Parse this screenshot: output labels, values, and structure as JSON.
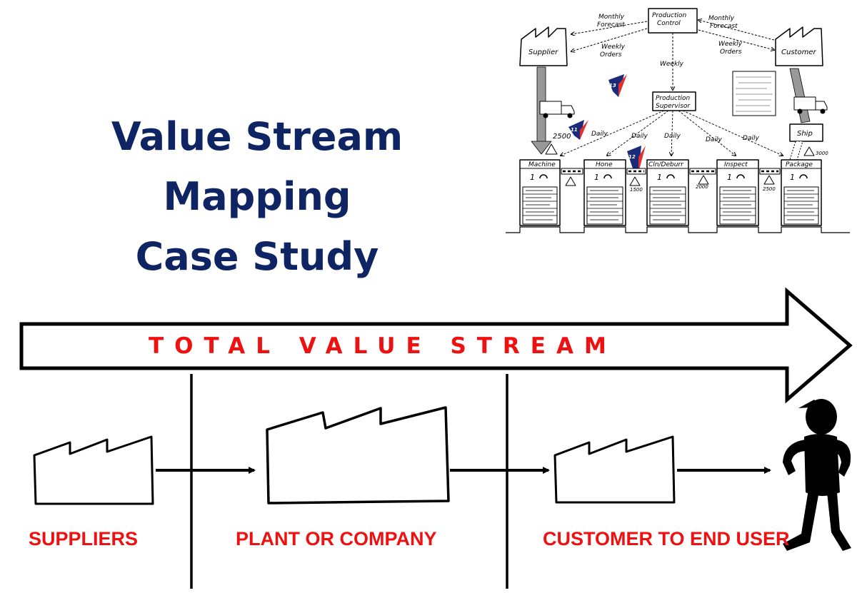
{
  "title_lines": [
    "Value Stream",
    "Mapping",
    "Case Study"
  ],
  "banner_text": "TOTAL VALUE STREAM",
  "stages": [
    "SUPPLIERS",
    "PLANT OR COMPANY",
    "CUSTOMER TO END USER"
  ],
  "colors": {
    "title": "#0f2563",
    "accent_red": "#ee1111",
    "line": "#000000"
  },
  "vsm_map": {
    "production_control": [
      "Production",
      "Control"
    ],
    "supplier": "Supplier",
    "customer": "Customer",
    "monthly_forecast_left": [
      "Monthly",
      "Forecast"
    ],
    "monthly_forecast_right": [
      "Monthly",
      "Forecast"
    ],
    "weekly_orders_left": [
      "Weekly",
      "Orders"
    ],
    "weekly_orders_right": [
      "Weekly",
      "Orders"
    ],
    "weekly": "Weekly",
    "production_supervisor": [
      "Production",
      "Supervisor"
    ],
    "daily": "Daily",
    "ship": "Ship",
    "inventory_2500": "2500",
    "inventory_1500": "1500",
    "inventory_2000": "2000",
    "inventory_2500b": "2500",
    "inventory_3000": "3000",
    "kaizen_11": "11",
    "kaizen_12": "12",
    "kaizen_13": "13",
    "processes": [
      "Machine",
      "Hone",
      "Cln/Deburr",
      "Inspect",
      "Package"
    ],
    "operator_count": "1"
  }
}
